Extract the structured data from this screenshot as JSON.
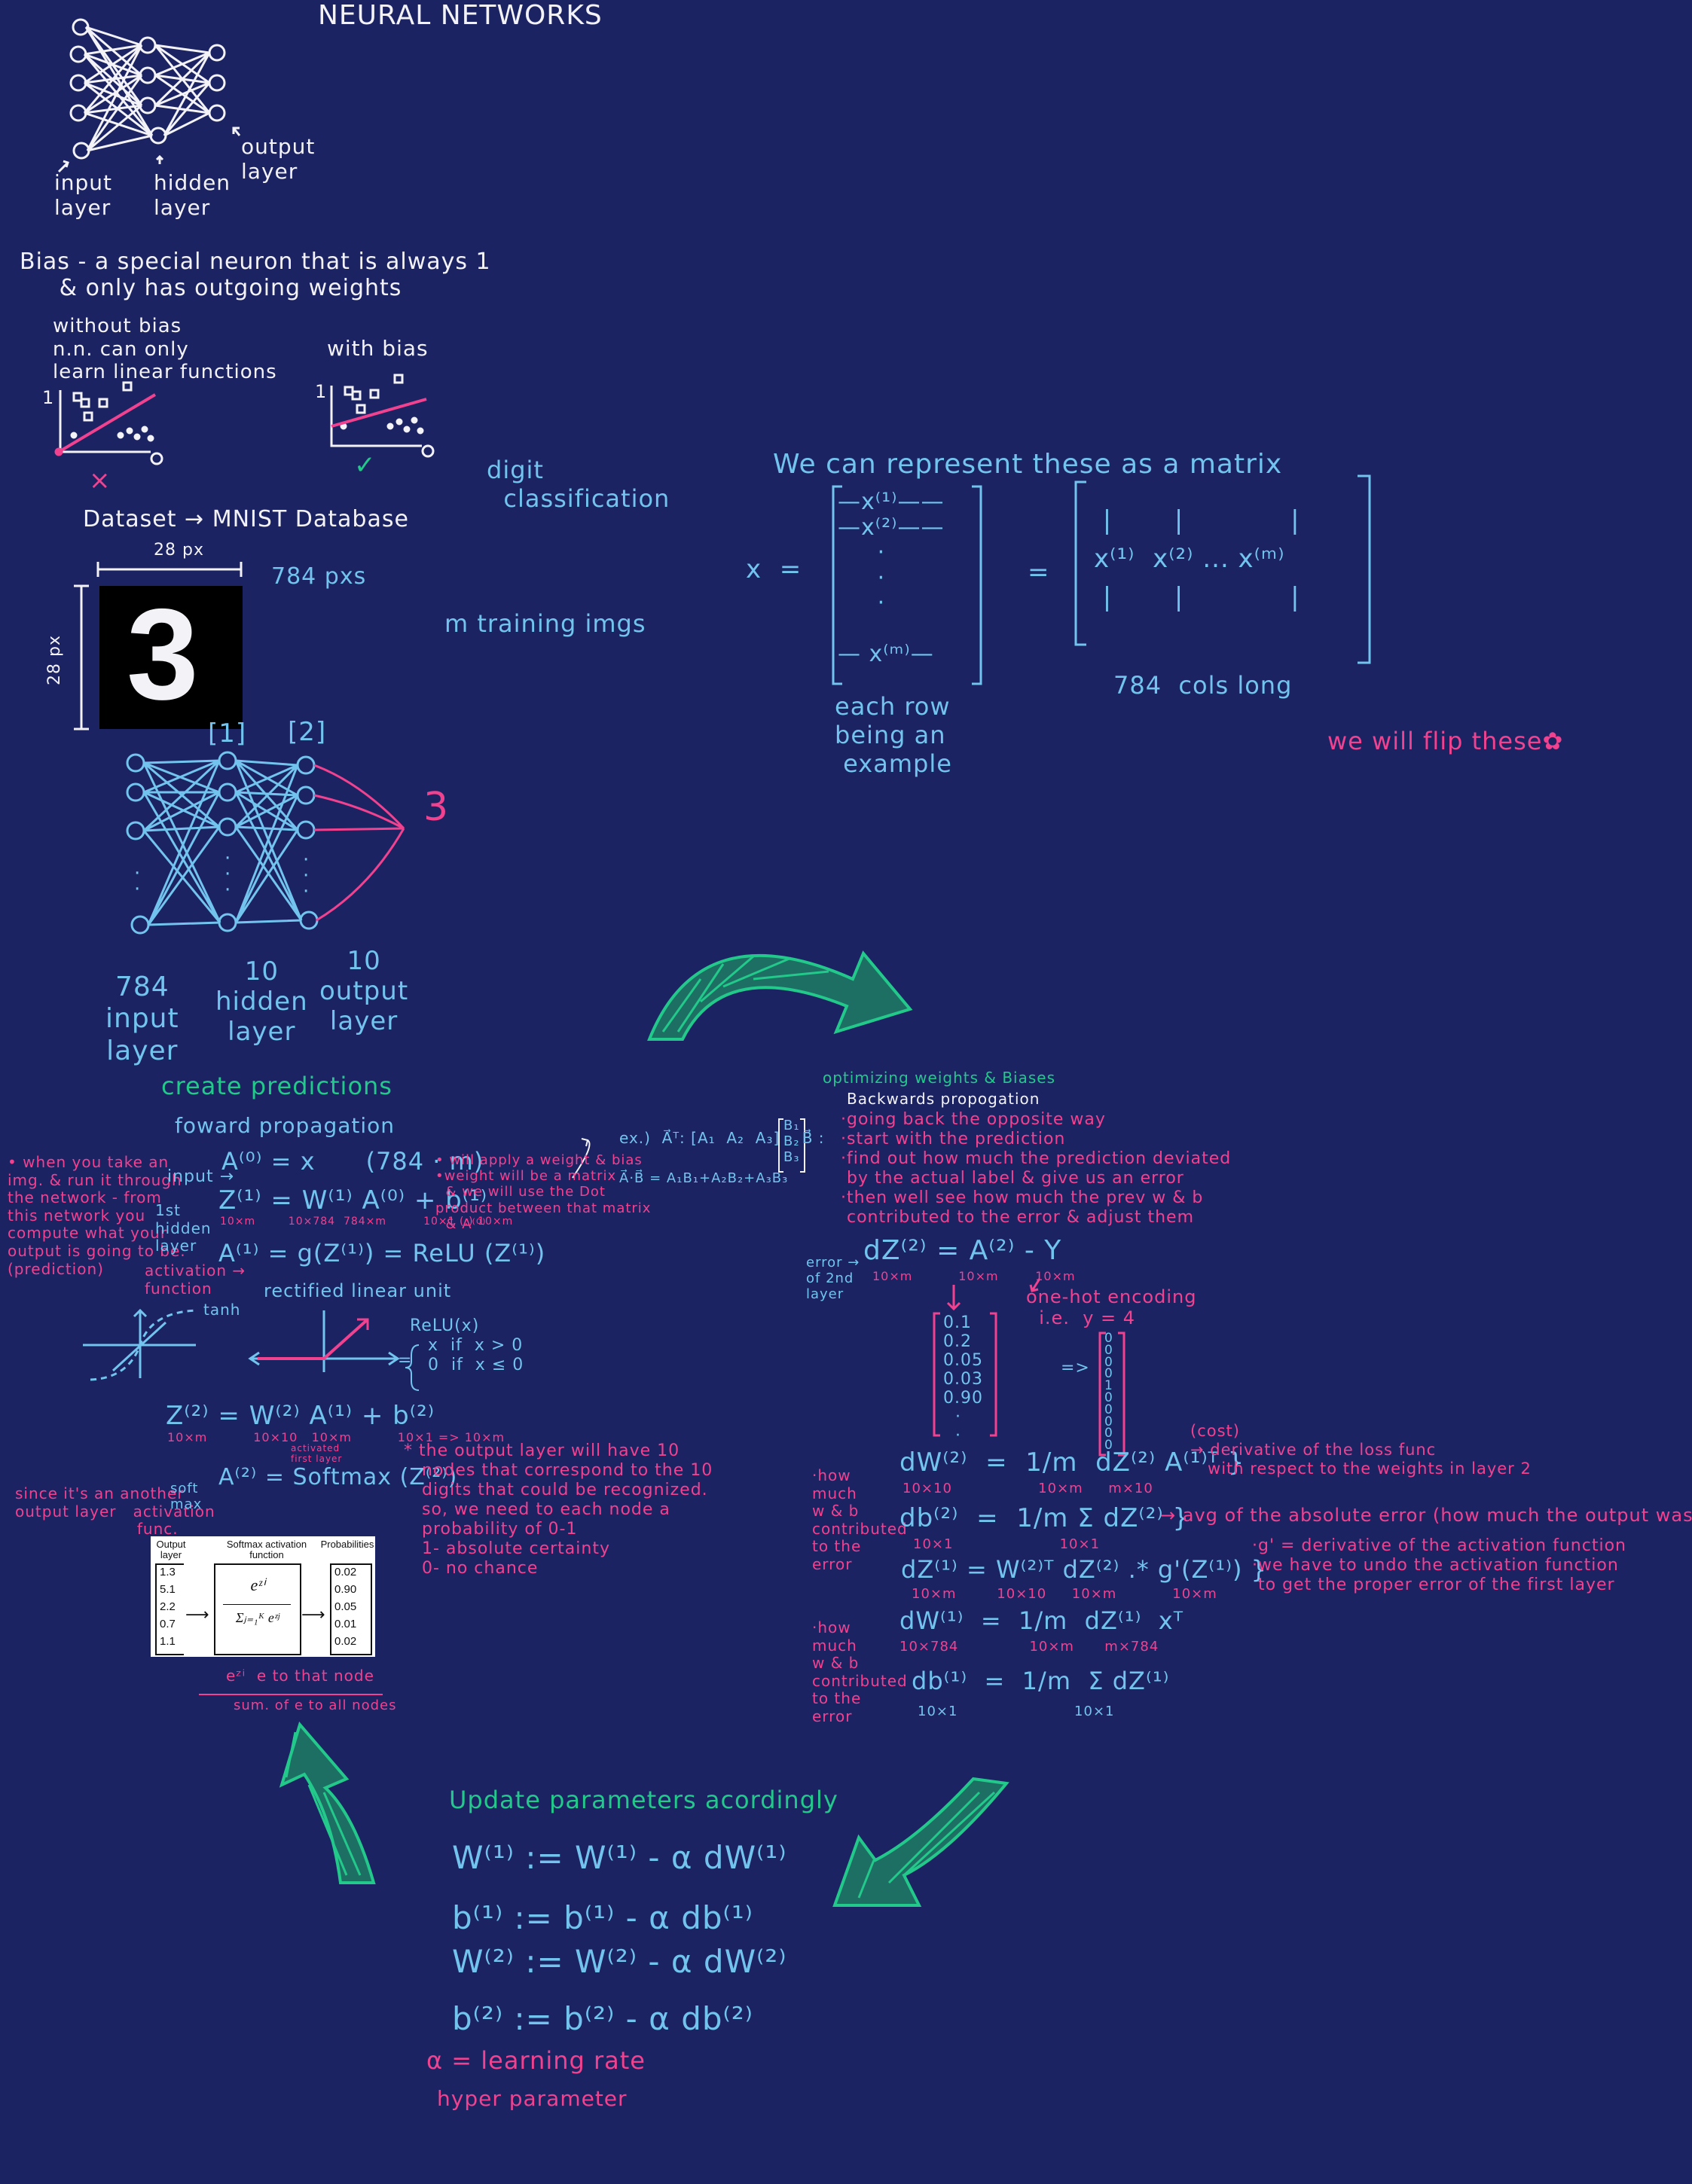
{
  "title": "NEURAL NETWORKS",
  "intro_net": {
    "input_label": "input\nlayer",
    "hidden_label": "hidden\nlayer",
    "output_label": "output\nlayer"
  },
  "bias": {
    "definition": "Bias - a special neuron that is always 1\n     & only has outgoing weights",
    "without_text": "without bias\nn.n. can only\nlearn linear functions",
    "with_text": "with bias",
    "axis_one": "1",
    "axis_one_b": "1",
    "cross": "×",
    "check": "✓"
  },
  "dataset": {
    "text": "Dataset → MNIST Database",
    "width_label": "28 px",
    "height_label": "28 px",
    "pixels": "784 pxs",
    "digit": "3",
    "digit_classification": "digit\n  classification",
    "training": "m training imgs"
  },
  "matrix": {
    "heading": "We can represent these as a matrix",
    "x_eq": "x  =",
    "rows": "—x⁽¹⁾——\n—x⁽²⁾——\n     ·\n     ·\n     ·\n\n— x⁽ᵐ⁾—",
    "equals": "=",
    "cols": " |       |            |\nx⁽¹⁾  x⁽²⁾ ... x⁽ᵐ⁾\n |       |            |",
    "each_row": "each row\nbeing an\n example",
    "cols_long": "784  cols long",
    "flip": "we will flip these✿"
  },
  "network": {
    "label_1": "[1]",
    "label_2": "[2]",
    "output_digit": "3",
    "dots_a": "·\n·",
    "dots_b": "·\n·\n·",
    "dots_c": "·\n·\n·",
    "input_label": "784\ninput\nlayer",
    "hidden_label": "10\nhidden\nlayer",
    "output_label": "10\noutput\nlayer"
  },
  "forward": {
    "heading": "create predictions",
    "subheading": "foward propagation",
    "side_note": "• when you take an\nimg. & run it through\nthe network - from\nthis network you\ncompute what your\noutput is going to be.\n(prediction)",
    "input_tag": "input →",
    "a0": "A⁽⁰⁾ = x      (784 · m)",
    "hidden_tag": "1st\nhidden\nlayer",
    "z1": "Z⁽¹⁾ = W⁽¹⁾ A⁽⁰⁾ + b⁽¹⁾",
    "z1_dims": "10×m        10×784  784×m         10×1 (:) 10×m",
    "weight_note": "• will apply a weight & bias\n•weight will be a matrix\n  & we will use the Dot\nproduct between that matrix\n  & A⁽⁰⁾",
    "dot_example": "ex.)  A⃗ᵀ: [A₁  A₂  A₃]    B⃗ :",
    "b_vector": "B₁\nB₂\nB₃",
    "dot_result": "A⃗·B⃗ = A₁B₁+A₂B₂+A₃B₃",
    "activation_tag": "activation →\nfunction",
    "a1": "A⁽¹⁾ = g(Z⁽¹⁾) = ReLU (Z⁽¹⁾)",
    "tanh": "tanh",
    "relu_title": "rectified linear unit",
    "relu_def": "ReLU(x)\n   x  if  x > 0\n   0  if  x ≤ 0",
    "relu_eq": "=",
    "z2": "Z⁽²⁾ = W⁽²⁾ A⁽¹⁾ + b⁽²⁾",
    "z2_dims": "10×m          10×10   10×m          10×1 => 10×m",
    "z2_note": "activated\nfirst layer",
    "softmax_side": "since it's an another\noutput layer   activation\n                      func.",
    "softmax_tag": "soft\nmax",
    "a2": "A⁽²⁾ = Softmax (Z⁽²⁾)",
    "output_note": "* the output layer will have 10\n   nodes that correspond to the 10\n   digits that could be recognized.\n   so, we need to each node a\n   probability of 0-1\n   1- absolute certainty\n   0- no chance",
    "softmax_num": "eᶻⁱ  e to that node",
    "softmax_den": "sum. of e to all nodes"
  },
  "softmax_figure": {
    "col1": "Output\nlayer",
    "col2": "Softmax\nactivation function",
    "col3": "Probabilities",
    "inputs": [
      "1.3",
      "5.1",
      "2.2",
      "0.7",
      "1.1"
    ],
    "outputs": [
      "0.02",
      "0.90",
      "0.05",
      "0.01",
      "0.02"
    ],
    "numerator": "e^{z_i}",
    "numerator_display": "eᶻⁱ",
    "denominator_display": "Σⱼ₌₁ᴷ eᶻʲ"
  },
  "backward": {
    "heading": "optimizing weights & Biases",
    "subheading": "Backwards propogation",
    "steps": "·going back the opposite way\n·start with the prediction\n·find out how much the prediction deviated\n by the actual label & give us an error\n·then well see how much the prev w & b\n contributed to the error & adjust them",
    "error_tag": "error →\nof 2nd\nlayer",
    "dz2": "dZ⁽²⁾ = A⁽²⁾ - Y",
    "dz2_dims": "10×m          10×m        10×m",
    "prob_vector": "0.1\n0.2\n0.05\n0.03\n0.90\n  ·\n  ·",
    "onehot_title": "one-hot encoding\n  i.e.  y = 4",
    "onehot_arrow": "=>",
    "onehot_vector": "0\n0\n0\n0\n1\n0\n0\n0\n0\n0",
    "w_tag": "·how\nmuch\nw & b\ncontributed\nto the\nerror",
    "dw2": "dW⁽²⁾  =  1/m  dZ⁽²⁾ A⁽¹⁾ᵀ }",
    "dw2_dims": "10×10                 10×m     m×10",
    "dw2_note": "(cost)\n→ derivative of the loss func\n   with respect to the weights in layer 2",
    "db2": "db⁽²⁾  =  1/m Σ dZ⁽²⁾ }",
    "db2_dims": "10×1                     10×1",
    "db2_note": "→ avg of the absolute error (how much the output was off)",
    "dz1": "dZ⁽¹⁾ = W⁽²⁾ᵀ dZ⁽²⁾ .* g'(Z⁽¹⁾) }",
    "dz1_dims": "10×m        10×10     10×m           10×m",
    "dz1_note": "·g' = derivative of the activation function\n·we have to undo the activation function\n to get the proper error of the first layer",
    "w_tag2": "·how\nmuch\nw & b\ncontributed\nto the\nerror",
    "dw1": "dW⁽¹⁾  =  1/m  dZ⁽¹⁾  xᵀ",
    "dw1_dims": "10×784              10×m      m×784",
    "db1": "db⁽¹⁾  =  1/m  Σ dZ⁽¹⁾",
    "db1_dims": "10×1                       10×1"
  },
  "update": {
    "heading": "Update parameters acordingly",
    "w1": "W⁽¹⁾ := W⁽¹⁾ - α dW⁽¹⁾",
    "b1": "b⁽¹⁾ := b⁽¹⁾ - α db⁽¹⁾",
    "w2": "W⁽²⁾ := W⁽²⁾ - α dW⁽²⁾",
    "b2": "b⁽²⁾ := b⁽²⁾ - α db⁽²⁾",
    "alpha": "α = learning rate",
    "hyper": "hyper parameter"
  }
}
